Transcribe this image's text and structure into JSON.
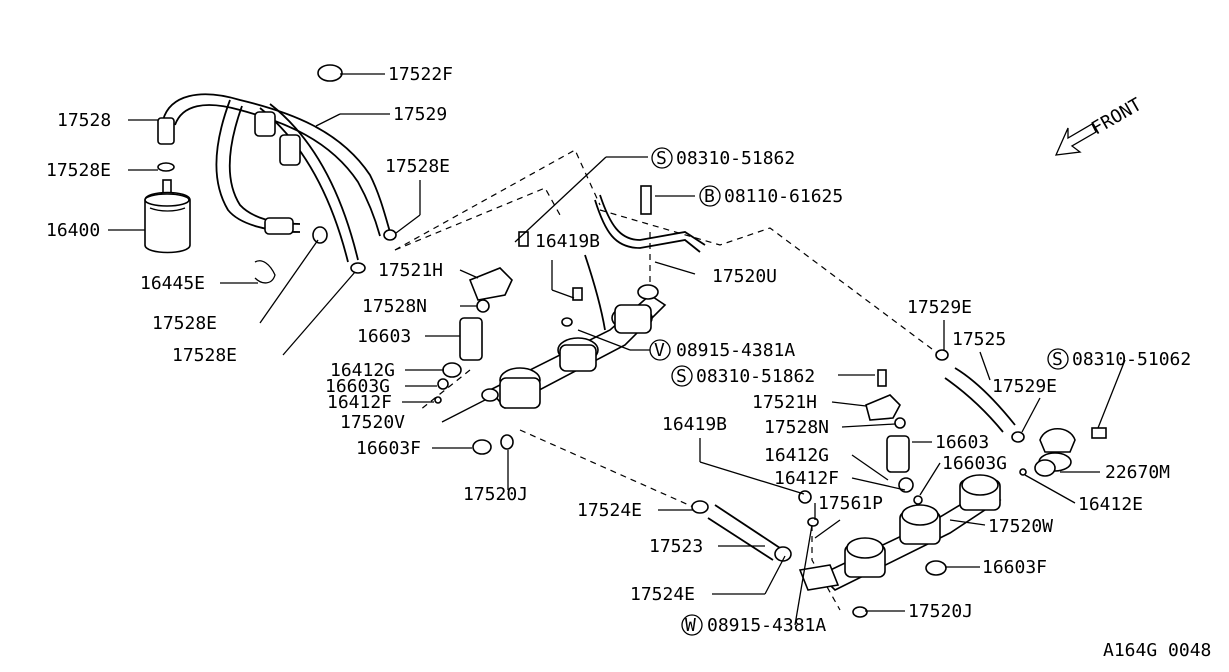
{
  "diagram": {
    "front_label": "FRONT",
    "figure_code": "A164G 0048",
    "callouts": {
      "c17522F": "17522F",
      "c17528": "17528",
      "c17529": "17529",
      "c17528E_a": "17528E",
      "c17528E_b": "17528E",
      "c16400": "16400",
      "c16445E": "16445E",
      "c17528E_c": "17528E",
      "c17528E_d": "17528E",
      "c08310_51862_a": "08310-51862",
      "c08110_61625": "08110-61625",
      "c16419B_a": "16419B",
      "c17521H_a": "17521H",
      "c17520U": "17520U",
      "c17528N_a": "17528N",
      "c16603_a": "16603",
      "c08915_4381A_a": "08915-4381A",
      "c16412G_a": "16412G",
      "c16603G_a": "16603G",
      "c16412F_a": "16412F",
      "c17520V": "17520V",
      "c16603F_a": "16603F",
      "c17520J_a": "17520J",
      "c17529E_a": "17529E",
      "c17525": "17525",
      "c08310_51062": "08310-51062",
      "c08310_51862_b": "08310-51862",
      "c17529E_b": "17529E",
      "c17521H_b": "17521H",
      "c17528N_b": "17528N",
      "c16603_b": "16603",
      "c16419B_b": "16419B",
      "c16412G_b": "16412G",
      "c16603G_b": "16603G",
      "c22670M": "22670M",
      "c16412F_b": "16412F",
      "c16412E": "16412E",
      "c17524E_a": "17524E",
      "c17561P": "17561P",
      "c17520W": "17520W",
      "c17523": "17523",
      "c16603F_b": "16603F",
      "c17524E_b": "17524E",
      "c17520J_b": "17520J",
      "c08915_4381A_b": "08915-4381A"
    },
    "symbols": {
      "s": "S",
      "b": "B",
      "v": "V",
      "w": "W"
    }
  }
}
